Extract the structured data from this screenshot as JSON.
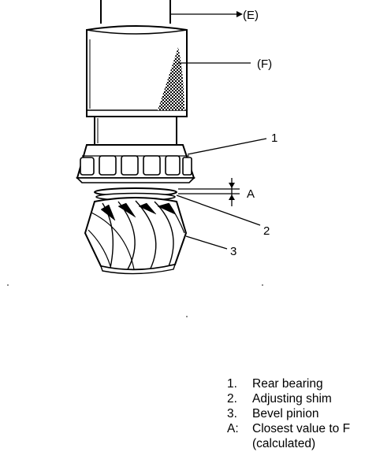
{
  "callouts": {
    "e": "(E)",
    "f": "(F)",
    "n1": "1",
    "a": "A",
    "n2": "2",
    "n3": "3"
  },
  "legend": {
    "items": [
      {
        "key": "1.",
        "text": "Rear bearing"
      },
      {
        "key": "2.",
        "text": "Adjusting shim"
      },
      {
        "key": "3.",
        "text": "Bevel pinion"
      },
      {
        "key": "A:",
        "text": "Closest value to F"
      }
    ],
    "continuation": "(calculated)"
  }
}
